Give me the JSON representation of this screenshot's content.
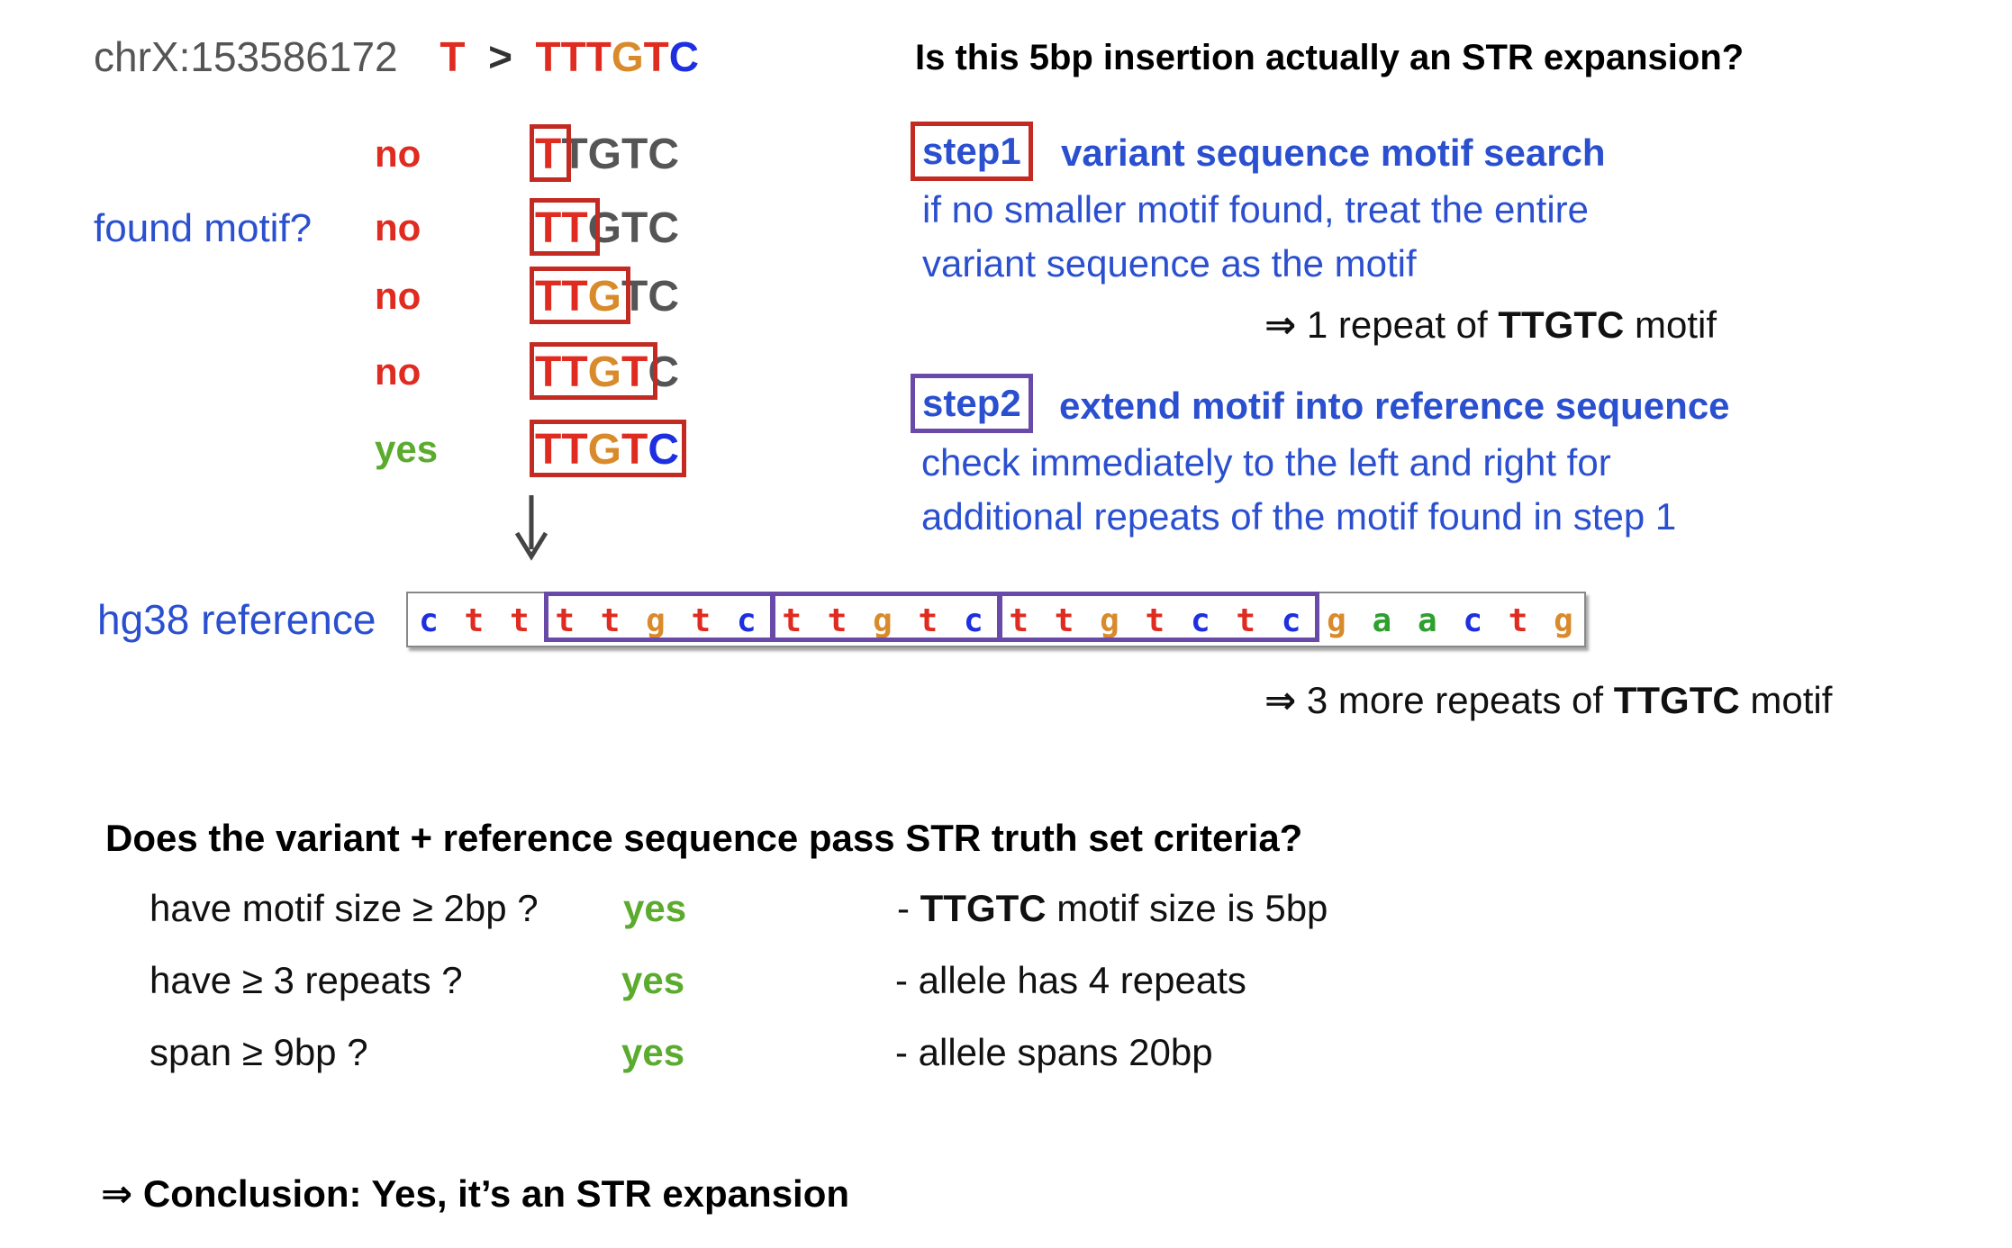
{
  "variant": {
    "position": "chrX:153586172",
    "ref": "T",
    "arrow": " > ",
    "alt": [
      "T",
      "T",
      "T",
      "G",
      "T",
      "C"
    ]
  },
  "question": "Is this 5bp insertion actually an STR expansion?",
  "motif_search": {
    "label": "found motif?",
    "rows": [
      {
        "answer": "no",
        "prefix_len": 1
      },
      {
        "answer": "no",
        "prefix_len": 2
      },
      {
        "answer": "no",
        "prefix_len": 3
      },
      {
        "answer": "no",
        "prefix_len": 4
      },
      {
        "answer": "yes",
        "prefix_len": 5
      }
    ],
    "sequence": [
      "T",
      "T",
      "G",
      "T",
      "C"
    ]
  },
  "step1": {
    "tag": "step1",
    "title": "variant sequence motif search",
    "desc_line1": "if no smaller motif found, treat the entire",
    "desc_line2": "variant sequence as the motif",
    "result_prefix": "1 repeat of ",
    "result_motif": "TTGTC",
    "result_suffix": " motif"
  },
  "step2": {
    "tag": "step2",
    "title": "extend motif into reference sequence",
    "desc_line1": "check immediately to the left and right for",
    "desc_line2": "additional repeats of the motif found in step 1"
  },
  "reference": {
    "label": "hg38 reference",
    "bases": [
      "c",
      "t",
      "t",
      "t",
      "t",
      "g",
      "t",
      "c",
      "t",
      "t",
      "g",
      "t",
      "c",
      "t",
      "t",
      "g",
      "t",
      "c",
      "t",
      "c",
      "g",
      "a",
      "a",
      "c",
      "t",
      "g"
    ],
    "result_prefix": "3 more repeats of ",
    "result_motif": "TTGTC",
    "result_suffix": " motif"
  },
  "result_arrow": "⇒",
  "criteria": {
    "question": "Does the variant + reference sequence pass STR truth set criteria?",
    "rows": [
      {
        "label": "have motif size ≥ 2bp ?",
        "answer": "yes",
        "note_dash": "- ",
        "note_bold": "TTGTC",
        "note_rest": " motif size is 5bp"
      },
      {
        "label": "have ≥ 3 repeats ?",
        "answer": "yes",
        "note_dash": "- ",
        "note_bold": "",
        "note_rest": "allele has 4 repeats"
      },
      {
        "label": "span ≥ 9bp ?",
        "answer": "yes",
        "note_dash": "- ",
        "note_bold": "",
        "note_rest": "allele spans 20bp"
      }
    ]
  },
  "conclusion": "⇒ Conclusion: Yes, it’s an STR expansion",
  "colors": {
    "T": "#e02b20",
    "G": "#d98a2b",
    "C": "#1e2fe0",
    "A": "#2ea02e",
    "step1_box": "#c22a22",
    "step2_box": "#6a4aa8",
    "blue_text": "#2a4fcf",
    "yes": "#5aab2e",
    "no": "#e02b20"
  }
}
